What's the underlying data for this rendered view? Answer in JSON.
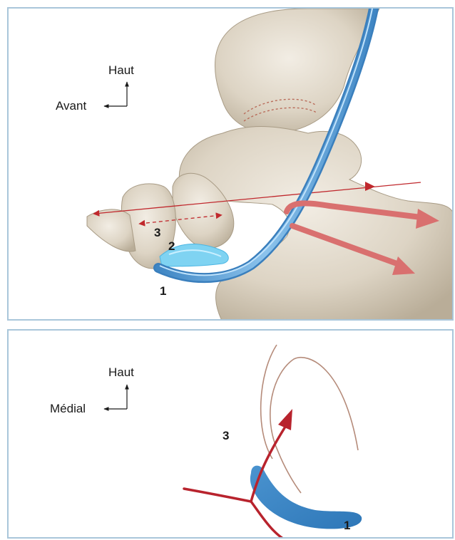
{
  "top_panel": {
    "orientation": {
      "up_label": "Haut",
      "side_label": "Avant"
    },
    "callouts": [
      "1",
      "2",
      "3"
    ]
  },
  "bottom_panel": {
    "orientation": {
      "up_label": "Haut",
      "side_label": "Médial"
    },
    "callouts": [
      "3",
      "1"
    ]
  },
  "colors": {
    "panel_border": "#a9c6da",
    "tendon_blue": "#5b9fd6",
    "ligament_blue": "#7fd3f2",
    "arrow_red": "#c0282d",
    "force_arrow": "#d9706f",
    "bone": "#e6dfd2"
  }
}
